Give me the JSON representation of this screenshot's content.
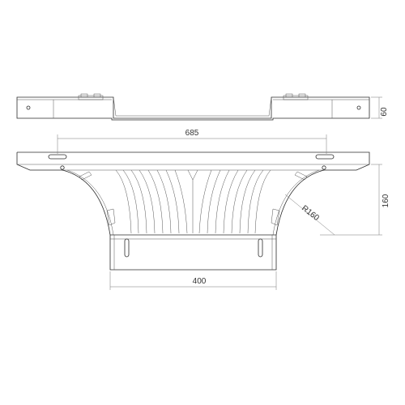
{
  "dimensions": {
    "top_width": "685",
    "height_side": "160",
    "radius": "R160",
    "bottom_width": "400",
    "profile_height": "60"
  }
}
